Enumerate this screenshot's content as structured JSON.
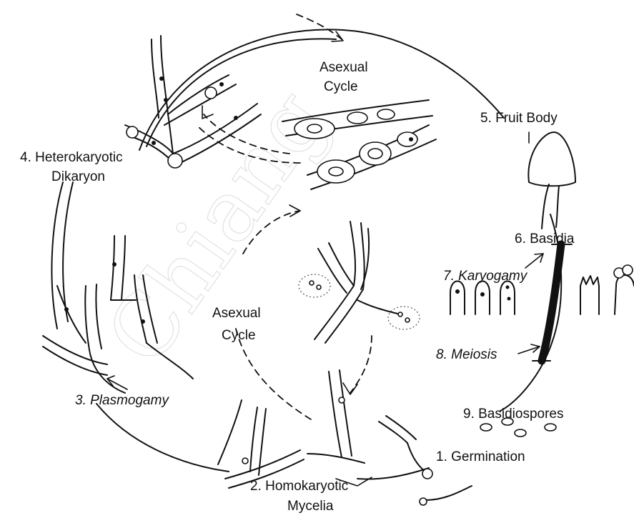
{
  "labels": {
    "asexual_top": [
      "Asexual",
      "Cycle"
    ],
    "fruit_body": "5. Fruit Body",
    "heterokaryotic": [
      "4. Heterokaryotic",
      "Dikaryon"
    ],
    "basidia": "6. Basidia",
    "karyogamy": "7. Karyogamy",
    "asexual_mid": [
      "Asexual",
      "Cycle"
    ],
    "meiosis": "8. Meiosis",
    "plasmogamy": "3. Plasmogamy",
    "basidiospores": "9. Basidiospores",
    "germination": "1. Germination",
    "homokaryotic": [
      "2. Homokaryotic",
      "Mycelia"
    ]
  },
  "watermark": "Chiang"
}
